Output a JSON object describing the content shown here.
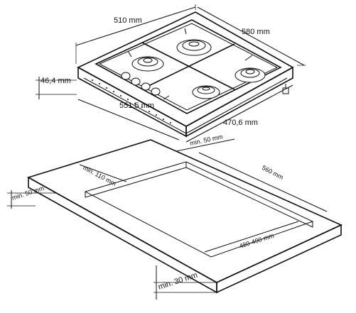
{
  "dimensions": {
    "hob_width": "510 mm",
    "hob_depth": "580 mm",
    "hob_height": "46,4 mm",
    "cutout_diag_front": "551,5 mm",
    "cutout_diag_side": "470,6 mm",
    "min_rear": "min. 50 mm",
    "min_left_side": "min. 110 mm",
    "min_front": "min. 50 mm",
    "cutout_depth": "560 mm",
    "cutout_width": "480-490 mm",
    "worktop_thickness": "min. 30 mm"
  }
}
